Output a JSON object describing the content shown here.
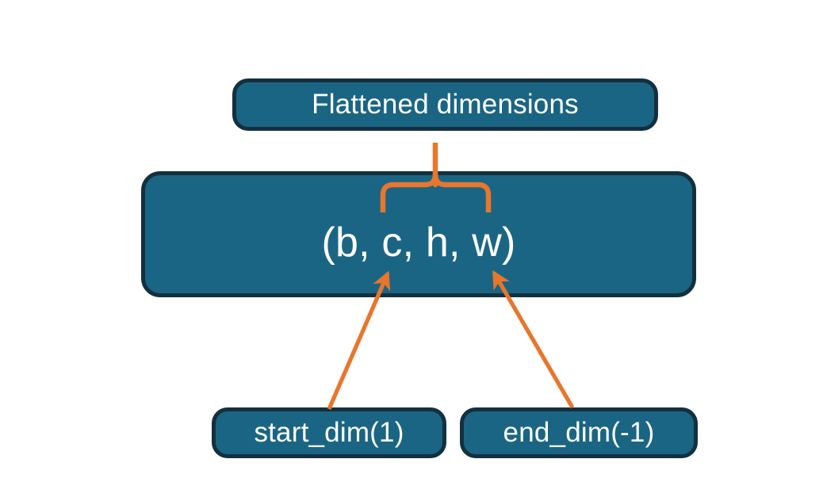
{
  "diagram": {
    "title_text": "Flattened dimensions",
    "colors": {
      "node_fill": "#1b6584",
      "node_border": "#13303f",
      "node_text": "#ffffff",
      "annotation_orange": "#e8762c",
      "background": "#ffffff"
    },
    "nodes": {
      "flattened": {
        "label": "Flattened dimensions"
      },
      "shape": {
        "label": "(b, c, h, w)"
      },
      "start_dim": {
        "label": "start_dim(1)"
      },
      "end_dim": {
        "label": "end_dim(-1)"
      }
    },
    "annotations": {
      "brace": {
        "name": "flattened-range-brace",
        "points_to": "Flattened dimensions",
        "spans": "(c, h, w)"
      },
      "arrow_start": {
        "name": "start-dim-arrow",
        "from": "start_dim(1)",
        "to": "c"
      },
      "arrow_end": {
        "name": "end-dim-arrow",
        "from": "end_dim(-1)",
        "to": "w"
      }
    }
  }
}
